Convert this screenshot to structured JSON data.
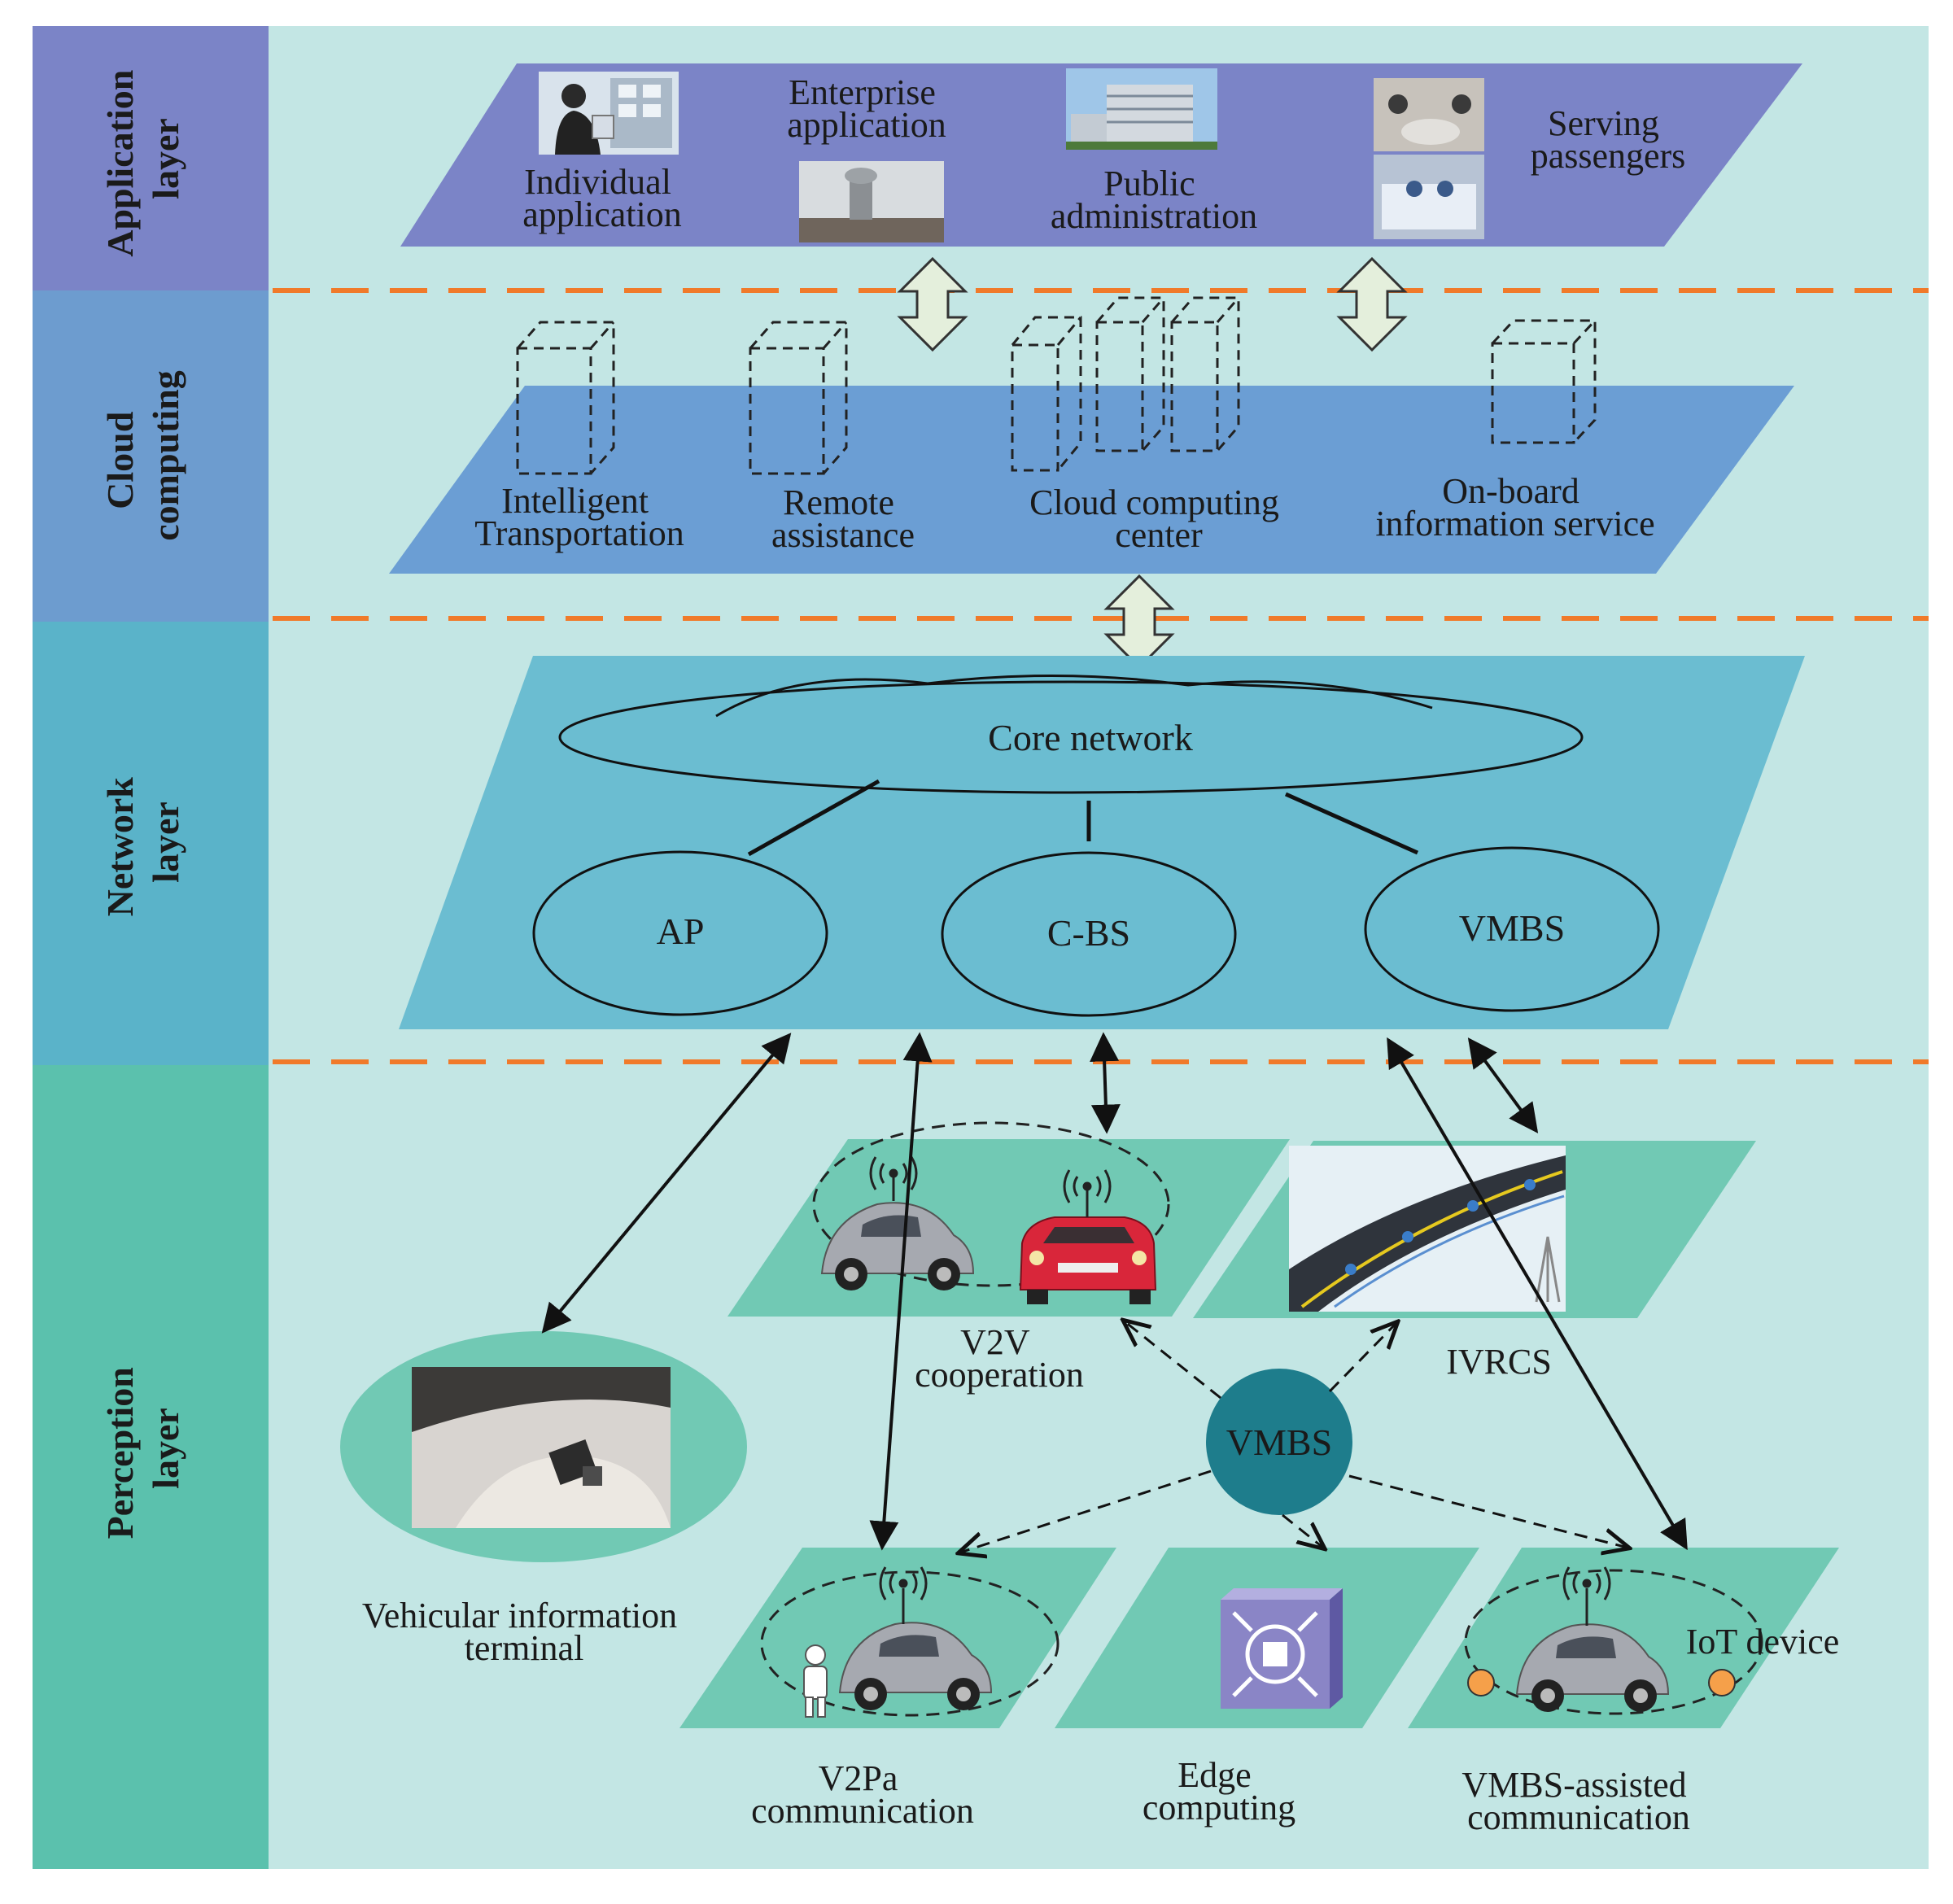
{
  "layers": [
    {
      "id": "application",
      "lines": [
        "Application",
        "layer"
      ]
    },
    {
      "id": "cloud",
      "lines": [
        "Cloud",
        "computing"
      ]
    },
    {
      "id": "network",
      "lines": [
        "Network",
        "layer"
      ]
    },
    {
      "id": "perception",
      "lines": [
        "Perception",
        "layer"
      ]
    }
  ],
  "application": {
    "individual": [
      "Individual",
      "application"
    ],
    "enterprise": [
      "Enterprise",
      "application"
    ],
    "public": [
      "Public",
      "administration"
    ],
    "serving": [
      "Serving",
      "passengers"
    ]
  },
  "cloud": {
    "its": [
      "Intelligent",
      "Transportation"
    ],
    "remote": [
      "Remote",
      "assistance"
    ],
    "center": [
      "Cloud computing",
      "center"
    ],
    "onboard": [
      "On-board",
      "information service"
    ]
  },
  "network": {
    "core": "Core network",
    "ap": "AP",
    "cbs": "C-BS",
    "vmbs": "VMBS"
  },
  "perception": {
    "v2v": [
      "V2V",
      "cooperation"
    ],
    "ivrcs": "IVRCS",
    "vmbs_hub": "VMBS",
    "terminal": [
      "Vehicular information",
      "terminal"
    ],
    "v2pa": [
      "V2Pa",
      "communication"
    ],
    "edge": [
      "Edge",
      "computing"
    ],
    "assisted": [
      "VMBS-assisted",
      "communication"
    ],
    "iot": "IoT device"
  },
  "colors": {
    "background": "#c3e6e4",
    "side_application": "#7b84c7",
    "side_cloud": "#6d9ccf",
    "side_network": "#5ab3c9",
    "side_perception": "#5bc1ad",
    "plane_application": "#7b84c7",
    "plane_cloud": "#6b9ed4",
    "plane_network": "#6bbdd1",
    "plane_perception": "#71c9b4",
    "dash": "#f07a2a",
    "vmbs_hub": "#1e7d8c",
    "double_arrow": "#e4efdc"
  }
}
